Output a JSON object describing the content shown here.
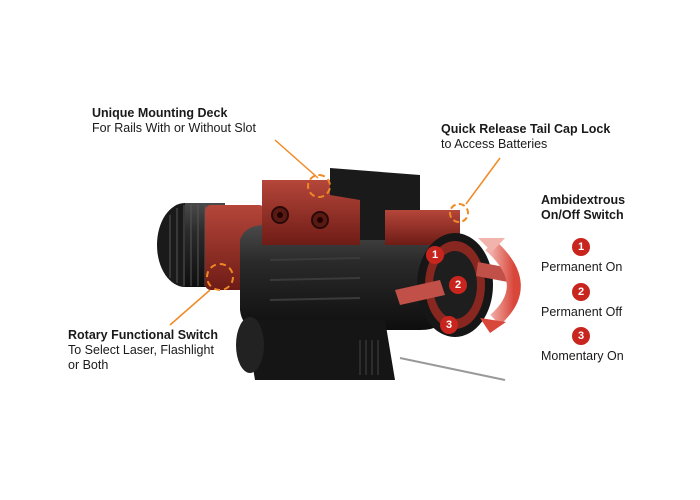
{
  "callouts": {
    "mounting_deck": {
      "title": "Unique Mounting Deck",
      "subtitle": "For Rails With or Without Slot"
    },
    "tail_cap": {
      "title": "Quick Release Tail Cap Lock",
      "subtitle": "to Access Batteries"
    },
    "switch": {
      "title_line1": "Ambidextrous",
      "title_line2": "On/Off Switch"
    },
    "rotary": {
      "title": "Rotary Functional Switch",
      "subtitle_line1": "To Select Laser, Flashlight",
      "subtitle_line2": "or Both"
    }
  },
  "switch_options": [
    {
      "number": "1",
      "label": "Permanent On"
    },
    {
      "number": "2",
      "label": "Permanent Off"
    },
    {
      "number": "3",
      "label": "Momentary On"
    }
  ],
  "colors": {
    "accent_orange": "#f08a24",
    "badge_red": "#c9251f",
    "highlight_red": "#9b2a22",
    "body_dark": "#1c1c1c"
  }
}
